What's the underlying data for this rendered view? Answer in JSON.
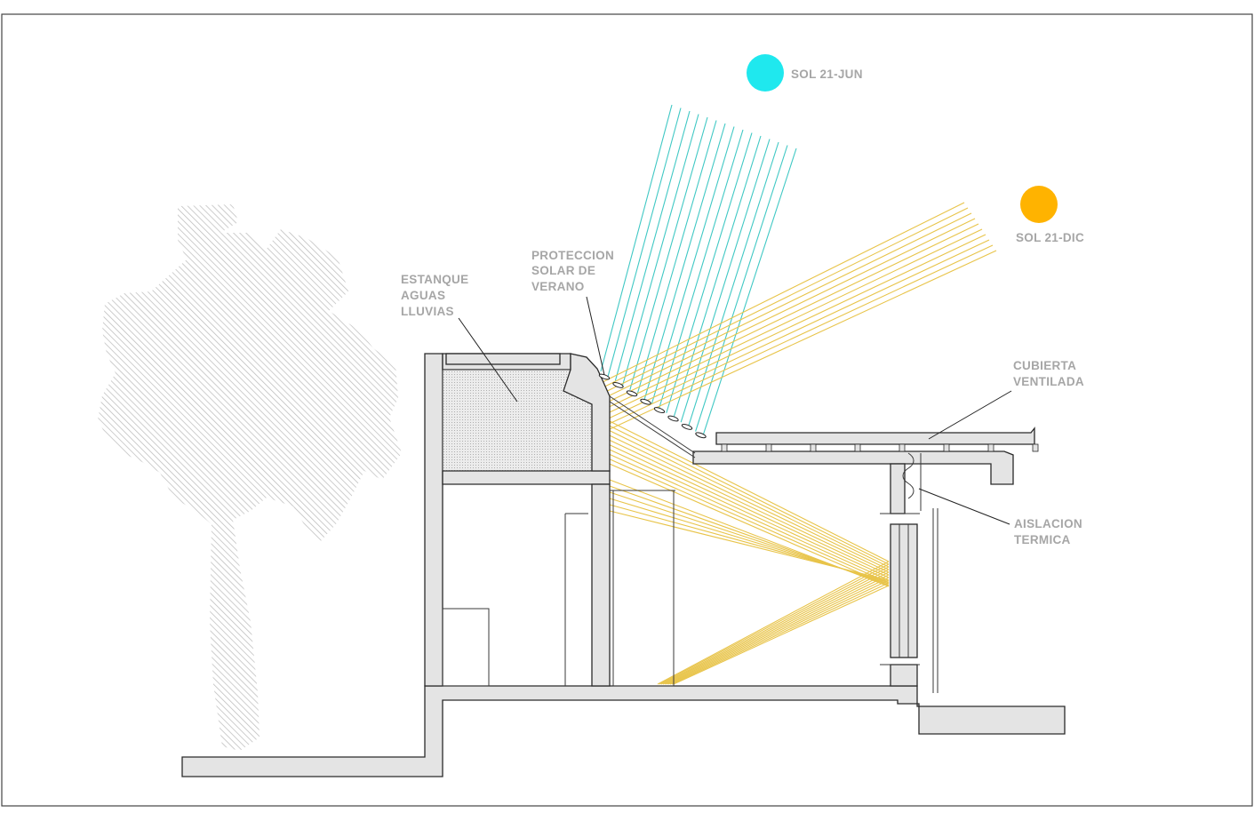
{
  "labels": {
    "sun_summer": "SOL 21-JUN",
    "sun_winter": "SOL 21-DIC",
    "pond_1": "ESTANQUE",
    "pond_2": "AGUAS",
    "pond_3": "LLUVIAS",
    "shade_1": "PROTECCION",
    "shade_2": "SOLAR DE",
    "shade_3": "VERANO",
    "roof_1": "CUBIERTA",
    "roof_2": "VENTILADA",
    "insul_1": "AISLACION",
    "insul_2": "TERMICA"
  },
  "colors": {
    "summer_sun": "#1fe8ee",
    "summer_rays": "#40c8c4",
    "winter_sun": "#ffb300",
    "winter_rays": "#e8c44a",
    "concrete": "#e4e4e4",
    "label_gray": "#a6a6a6",
    "tree_hatch": "#bdbdbd"
  },
  "icons": {
    "summer_sun": "sun-icon",
    "winter_sun": "sun-icon",
    "tree": "tree-silhouette-icon"
  }
}
